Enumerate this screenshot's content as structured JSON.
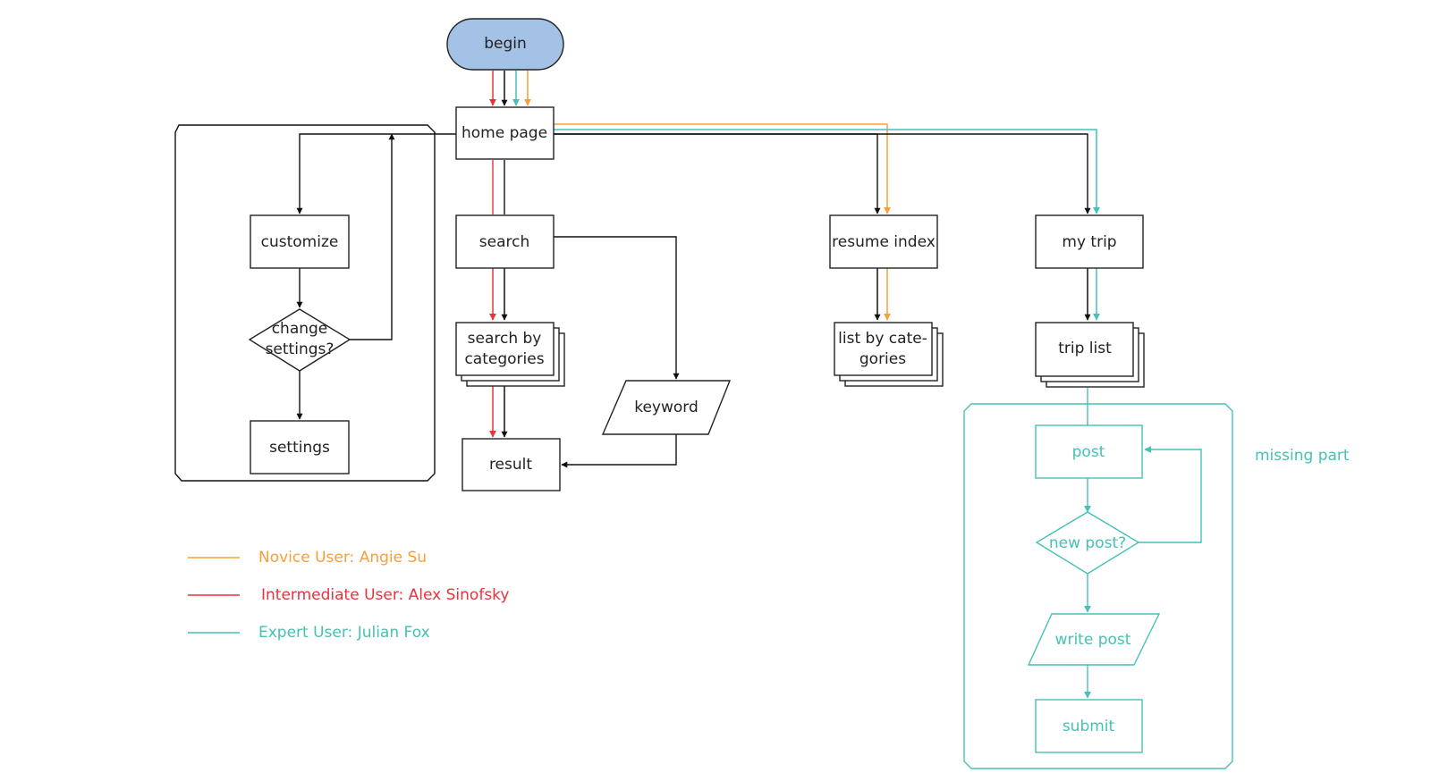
{
  "colors": {
    "novice": "#f5a03a",
    "intermediate": "#e8333a",
    "expert": "#45c1b6",
    "default": "#111111",
    "begin_fill": "#a4c2e6"
  },
  "nodes": {
    "begin": "begin",
    "home_page": "home page",
    "customize": "customize",
    "change_settings": [
      "change",
      "settings?"
    ],
    "settings": "settings",
    "search": "search",
    "search_by_categories": [
      "search by",
      "categories"
    ],
    "keyword": "keyword",
    "result": "result",
    "resume_index": "resume index",
    "list_by_categories": [
      "list by cate-",
      "gories"
    ],
    "my_trip": "my trip",
    "trip_list": "trip list",
    "post": "post",
    "new_post": "new post?",
    "write_post": "write post",
    "submit": "submit"
  },
  "missing_part_label": "missing part",
  "legend": [
    {
      "label": "Novice User: Angie Su",
      "color": "#f5a03a"
    },
    {
      "label": "Intermediate User: Alex Sinofsky",
      "color": "#e8333a"
    },
    {
      "label": "Expert User: Julian Fox",
      "color": "#45c1b6"
    }
  ]
}
